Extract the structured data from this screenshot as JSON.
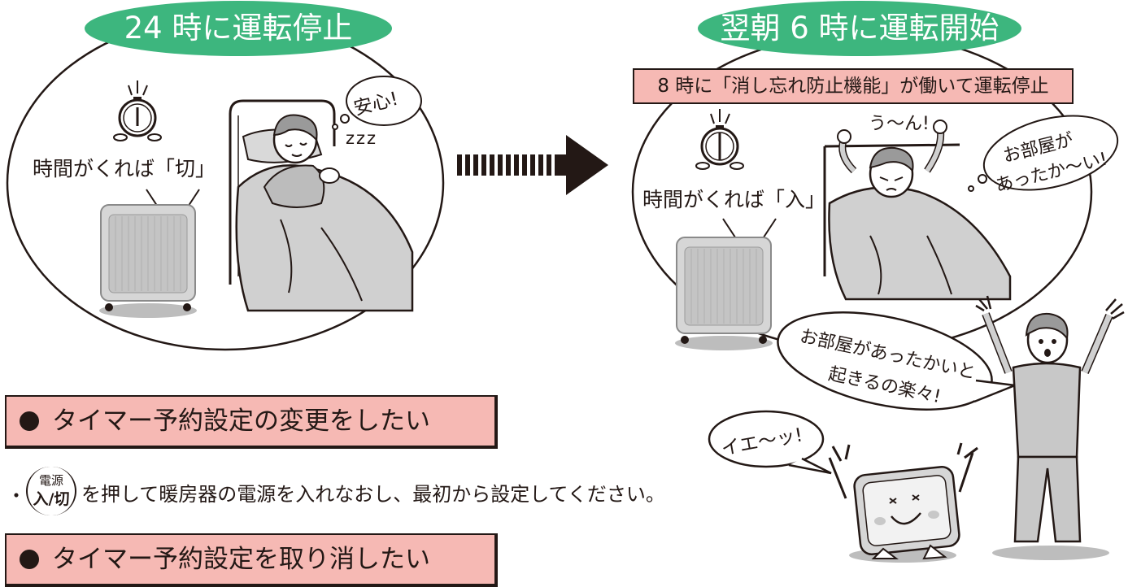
{
  "left_scene": {
    "title": "24 時に運転停止",
    "timer_label": "時間がくれば「切」",
    "speech": "安心!",
    "snore": "zzz"
  },
  "right_scene": {
    "title": "翌朝 6 時に運転開始",
    "notice": "8 時に「消し忘れ防止機能」が働いて運転停止",
    "timer_label": "時間がくれば「入」",
    "stretch_sound": "う〜ん!",
    "speech_line1": "お部屋が",
    "speech_line2": "あったか〜い!"
  },
  "woman_speech": {
    "line1": "お部屋があったかいと",
    "line2": "起きるの楽々!"
  },
  "heater_speech": "イエ〜ッ!",
  "section_change": {
    "heading": "タイマー予約設定の変更をしたい",
    "bullet": "・",
    "button_top": "電源",
    "button_bottom": "入/切",
    "body": "を押して暖房器の電源を入れなおし、最初から設定してください。"
  },
  "section_cancel": {
    "heading": "タイマー予約設定を取り消したい"
  },
  "colors": {
    "pill_green": "#3db67e",
    "pink": "#f6b9b4",
    "ink": "#231815",
    "heater_gray": "#c9c9c9"
  }
}
